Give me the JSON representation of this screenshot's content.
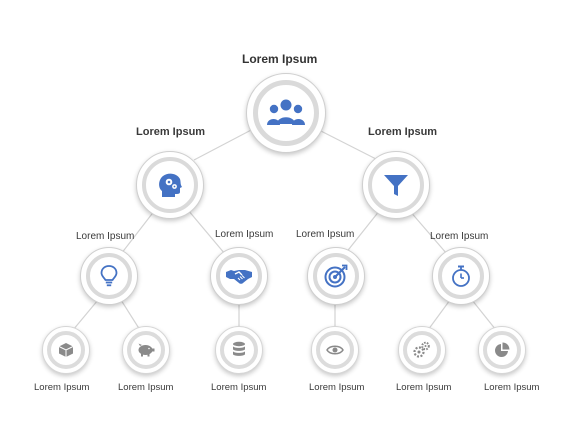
{
  "colors": {
    "accent": "#4472c4",
    "gray_icon": "#888888",
    "connector": "#d3d3d3",
    "ring": "#dadada"
  },
  "root": {
    "label": "Lorem Ipsum",
    "icon": "team-icon"
  },
  "level1": [
    {
      "label": "Lorem Ipsum",
      "icon": "head-gears-icon"
    },
    {
      "label": "Lorem Ipsum",
      "icon": "funnel-icon"
    }
  ],
  "level2": [
    {
      "label": "Lorem Ipsum",
      "icon": "lightbulb-icon"
    },
    {
      "label": "Lorem Ipsum",
      "icon": "handshake-icon"
    },
    {
      "label": "Lorem Ipsum",
      "icon": "target-icon"
    },
    {
      "label": "Lorem Ipsum",
      "icon": "stopwatch-icon"
    }
  ],
  "level3": [
    {
      "label": "Lorem Ipsum",
      "icon": "box-icon"
    },
    {
      "label": "Lorem Ipsum",
      "icon": "piggy-bank-icon"
    },
    {
      "label": "Lorem Ipsum",
      "icon": "database-icon"
    },
    {
      "label": "Lorem Ipsum",
      "icon": "eye-icon"
    },
    {
      "label": "Lorem Ipsum",
      "icon": "gears-icon"
    },
    {
      "label": "Lorem Ipsum",
      "icon": "pie-chart-icon"
    }
  ]
}
